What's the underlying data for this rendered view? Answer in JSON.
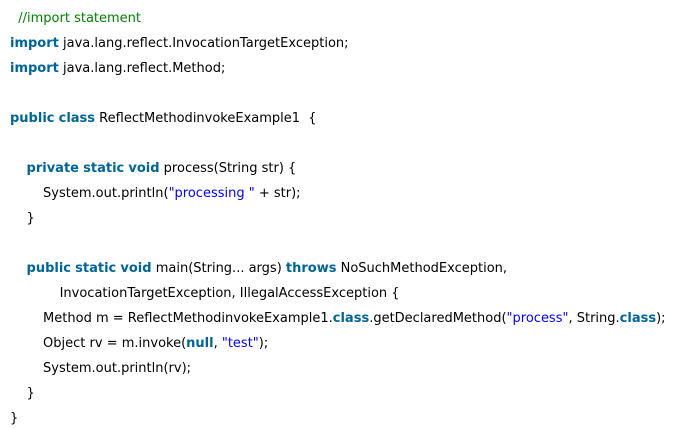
{
  "code": {
    "lines": [
      [
        {
          "t": "  ",
          "k": "txt"
        },
        {
          "t": "//import statement",
          "k": "cmt"
        }
      ],
      [
        {
          "t": "import",
          "k": "kw"
        },
        {
          "t": " java.lang.reflect.InvocationTargetException;",
          "k": "txt"
        }
      ],
      [
        {
          "t": "import",
          "k": "kw"
        },
        {
          "t": " java.lang.reflect.Method;",
          "k": "txt"
        }
      ],
      [],
      [
        {
          "t": "public",
          "k": "kw"
        },
        {
          "t": " ",
          "k": "txt"
        },
        {
          "t": "class",
          "k": "kw"
        },
        {
          "t": " ReflectMethodinvokeExample1  {",
          "k": "txt"
        }
      ],
      [],
      [
        {
          "t": "    ",
          "k": "txt"
        },
        {
          "t": "private",
          "k": "kw"
        },
        {
          "t": " ",
          "k": "txt"
        },
        {
          "t": "static",
          "k": "kw"
        },
        {
          "t": " ",
          "k": "txt"
        },
        {
          "t": "void",
          "k": "kw"
        },
        {
          "t": " process(String str) {",
          "k": "txt"
        }
      ],
      [
        {
          "t": "        System.out.println(",
          "k": "txt"
        },
        {
          "t": "\"processing \"",
          "k": "str"
        },
        {
          "t": " + str);",
          "k": "txt"
        }
      ],
      [
        {
          "t": "    }",
          "k": "txt"
        }
      ],
      [],
      [
        {
          "t": "    ",
          "k": "txt"
        },
        {
          "t": "public",
          "k": "kw"
        },
        {
          "t": " ",
          "k": "txt"
        },
        {
          "t": "static",
          "k": "kw"
        },
        {
          "t": " ",
          "k": "txt"
        },
        {
          "t": "void",
          "k": "kw"
        },
        {
          "t": " main(String... args) ",
          "k": "txt"
        },
        {
          "t": "throws",
          "k": "kw"
        },
        {
          "t": " NoSuchMethodException,",
          "k": "txt"
        }
      ],
      [
        {
          "t": "            InvocationTargetException, IllegalAccessException {",
          "k": "txt"
        }
      ],
      [
        {
          "t": "        Method m = ReflectMethodinvokeExample1.",
          "k": "txt"
        },
        {
          "t": "class",
          "k": "kw"
        },
        {
          "t": ".getDeclaredMethod(",
          "k": "txt"
        },
        {
          "t": "\"process\"",
          "k": "str"
        },
        {
          "t": ", String.",
          "k": "txt"
        },
        {
          "t": "class",
          "k": "kw"
        },
        {
          "t": ");",
          "k": "txt"
        }
      ],
      [
        {
          "t": "        Object rv = m.invoke(",
          "k": "txt"
        },
        {
          "t": "null",
          "k": "kw"
        },
        {
          "t": ", ",
          "k": "txt"
        },
        {
          "t": "\"test\"",
          "k": "str"
        },
        {
          "t": ");",
          "k": "txt"
        }
      ],
      [
        {
          "t": "        System.out.println(rv);",
          "k": "txt"
        }
      ],
      [
        {
          "t": "    }",
          "k": "txt"
        }
      ],
      [
        {
          "t": "}",
          "k": "txt"
        }
      ]
    ]
  }
}
